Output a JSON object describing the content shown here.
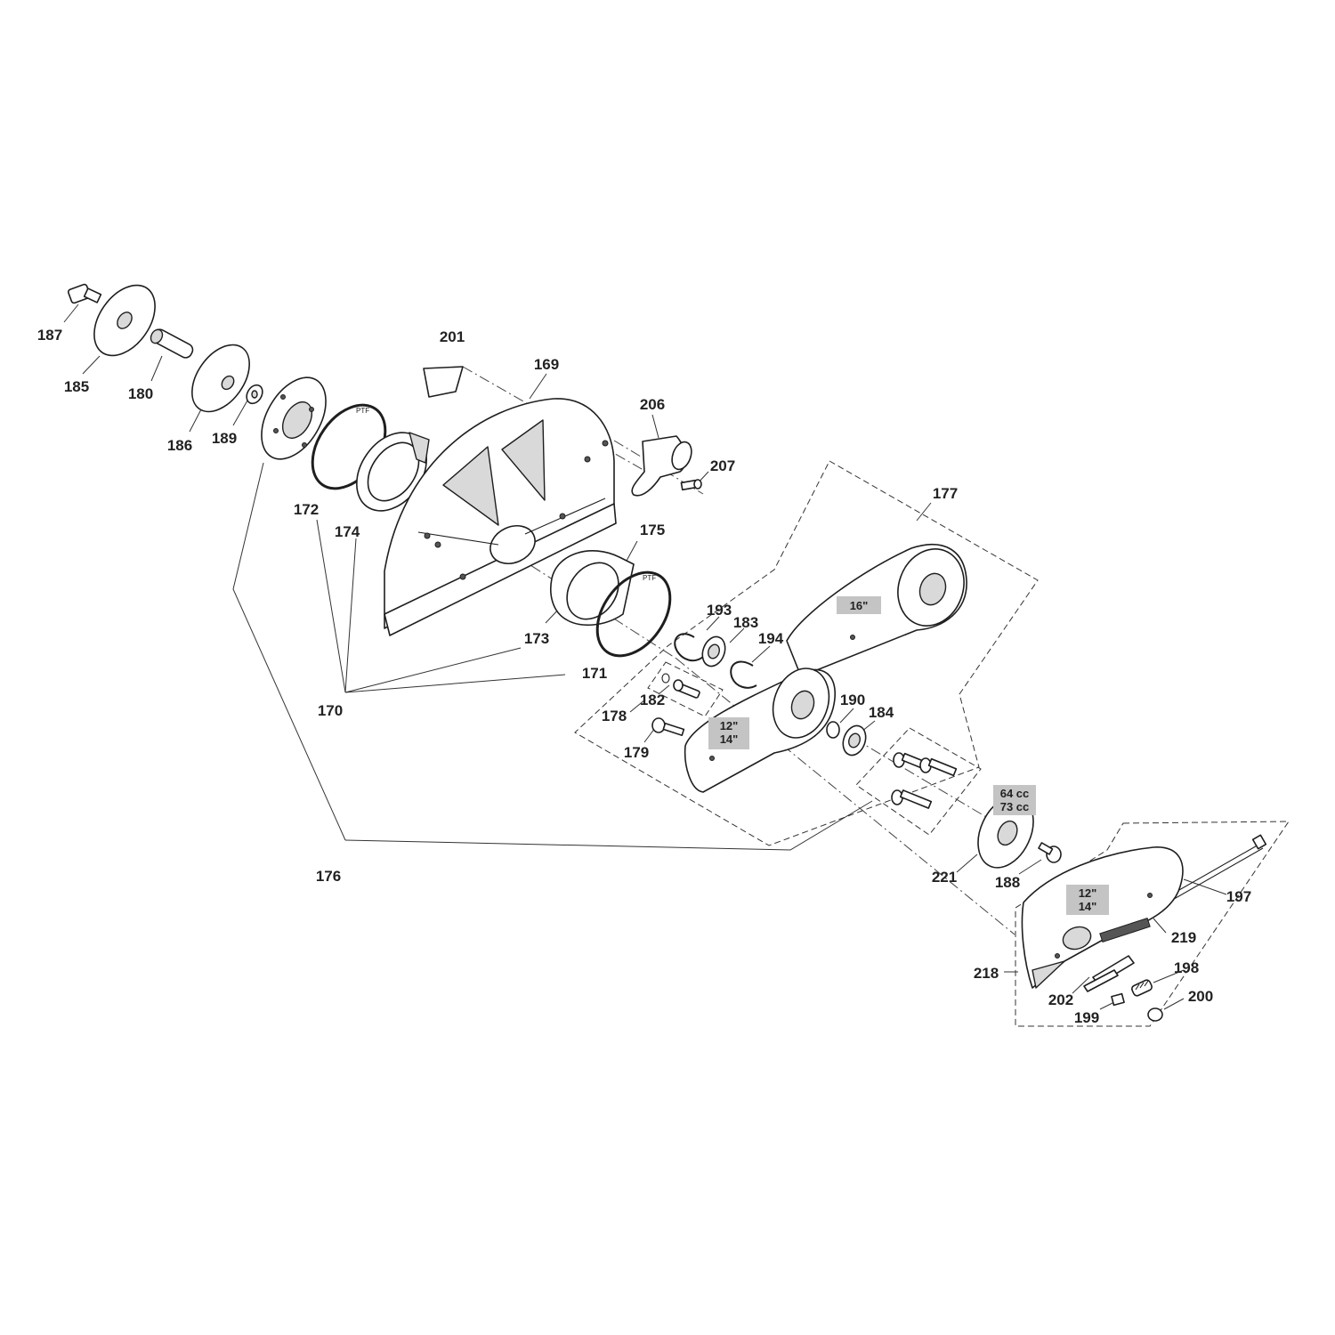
{
  "diagram": {
    "part_labels": {
      "p169": "169",
      "p170": "170",
      "p171": "171",
      "p172": "172",
      "p173": "173",
      "p174": "174",
      "p175": "175",
      "p176": "176",
      "p177": "177",
      "p178": "178",
      "p179": "179",
      "p180": "180",
      "p182": "182",
      "p183": "183",
      "p184": "184",
      "p185": "185",
      "p186": "186",
      "p187": "187",
      "p188": "188",
      "p189": "189",
      "p190": "190",
      "p193": "193",
      "p194": "194",
      "p197": "197",
      "p198": "198",
      "p199": "199",
      "p200": "200",
      "p201": "201",
      "p202": "202",
      "p206": "206",
      "p207": "207",
      "p218": "218",
      "p219": "219",
      "p221": "221"
    },
    "variant_tags": {
      "arm_16": "16\"",
      "arm_12": "12\"",
      "arm_14": "14\"",
      "cover_12": "12\"",
      "cover_14": "14\"",
      "engine_64": "64 cc",
      "engine_73": "73 cc"
    },
    "ring_marking": "PTF"
  }
}
